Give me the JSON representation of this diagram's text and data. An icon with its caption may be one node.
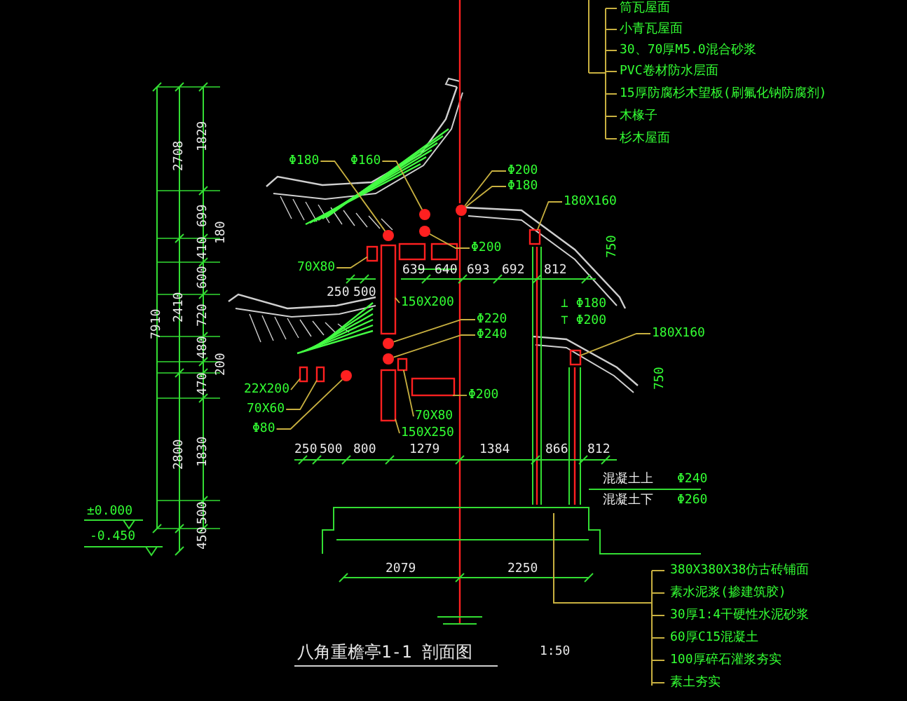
{
  "diagram": {
    "title": "八角重檐亭1-1 剖面图",
    "nodes": [
      {
        "text": [
          "Φ180"
        ]
      },
      {
        "text": [
          "Φ160"
        ]
      },
      {
        "text": [
          "Φ200"
        ]
      },
      {
        "text": [
          "Φ180"
        ]
      },
      {
        "text": [
          "180X160"
        ]
      },
      {
        "text": [
          "Φ200"
        ]
      },
      {
        "text": [
          "70X80"
        ]
      },
      {
        "text": [
          "150X200"
        ]
      },
      {
        "text": [
          "Φ220"
        ]
      },
      {
        "text": [
          "Φ240"
        ]
      },
      {
        "text": [
          "180X160"
        ]
      },
      {
        "text": [
          "Φ200"
        ]
      },
      {
        "text": [
          "22X200"
        ]
      },
      {
        "text": [
          "70X60"
        ]
      },
      {
        "text": [
          "Φ80"
        ]
      },
      {
        "text": [
          "70X80"
        ]
      },
      {
        "text": [
          "150X250"
        ]
      },
      {
        "text": [],
        "shape": "circle"
      },
      {
        "text": [],
        "shape": "circle"
      },
      {
        "text": [],
        "shape": "circle"
      },
      {
        "text": [],
        "shape": "circle"
      },
      {
        "text": [],
        "shape": "circle"
      },
      {
        "text": [],
        "shape": "circle"
      },
      {
        "text": [],
        "shape": "circle"
      },
      {
        "text": [],
        "shape": "box"
      },
      {
        "text": [],
        "shape": "box"
      },
      {
        "text": [],
        "shape": "box"
      },
      {
        "text": [],
        "shape": "box"
      },
      {
        "text": [],
        "shape": "box"
      },
      {
        "text": [],
        "shape": "box"
      },
      {
        "text": [],
        "shape": "box"
      },
      {
        "text": [],
        "shape": "box"
      },
      {
        "text": [],
        "shape": "box"
      }
    ],
    "edges": [
      {
        "from": 0,
        "to": 20,
        "arrow": "none"
      },
      {
        "from": 1,
        "to": 17,
        "arrow": "none"
      },
      {
        "from": 2,
        "to": 18,
        "arrow": "none"
      },
      {
        "from": 3,
        "to": 18,
        "arrow": "none"
      },
      {
        "from": 4,
        "to": 24,
        "arrow": "none"
      },
      {
        "from": 5,
        "to": 19,
        "arrow": "none"
      },
      {
        "from": 6,
        "to": 26,
        "arrow": "none"
      },
      {
        "from": 7,
        "to": 27,
        "arrow": "none"
      },
      {
        "from": 8,
        "to": 21,
        "arrow": "none"
      },
      {
        "from": 9,
        "to": 22,
        "arrow": "none"
      },
      {
        "from": 10,
        "to": 25,
        "arrow": "none"
      },
      {
        "from": 11,
        "to": 28,
        "arrow": "none"
      },
      {
        "from": 12,
        "to": 29,
        "arrow": "none"
      },
      {
        "from": 13,
        "to": 30,
        "arrow": "none"
      },
      {
        "from": 14,
        "to": 23,
        "arrow": "none"
      },
      {
        "from": 15,
        "to": 31,
        "arrow": "none"
      },
      {
        "from": 16,
        "to": 32,
        "arrow": "none"
      }
    ],
    "labels": [
      "筒瓦屋面",
      "小青瓦屋面",
      "30、70厚M5.0混合砂浆",
      "PVC卷材防水层面",
      "15厚防腐杉木望板(刷氟化钠防腐剂)",
      "木椽子",
      "杉木屋面",
      "2708",
      "1829",
      "699",
      "180",
      "7910",
      "2410",
      "410",
      "600",
      "720",
      "480",
      "200",
      "470",
      "2800",
      "1830",
      "500",
      "±0.000",
      "-0.450",
      "450",
      "639",
      "640",
      "693",
      "692",
      "812",
      "250",
      "500",
      "⊥ Φ180",
      "⊤ Φ200",
      "750",
      "750",
      "250",
      "500",
      "800",
      "1279",
      "1384",
      "866",
      "812",
      "混凝土上",
      "Φ240",
      "混凝土下",
      "Φ260",
      "2079",
      "2250",
      "380X380X38仿古砖铺面",
      "素水泥浆(掺建筑胶)",
      "30厚1:4干硬性水泥砂浆",
      "60厚C15混凝土",
      "100厚碎石灌浆夯实",
      "素土夯实",
      "1:50"
    ]
  }
}
